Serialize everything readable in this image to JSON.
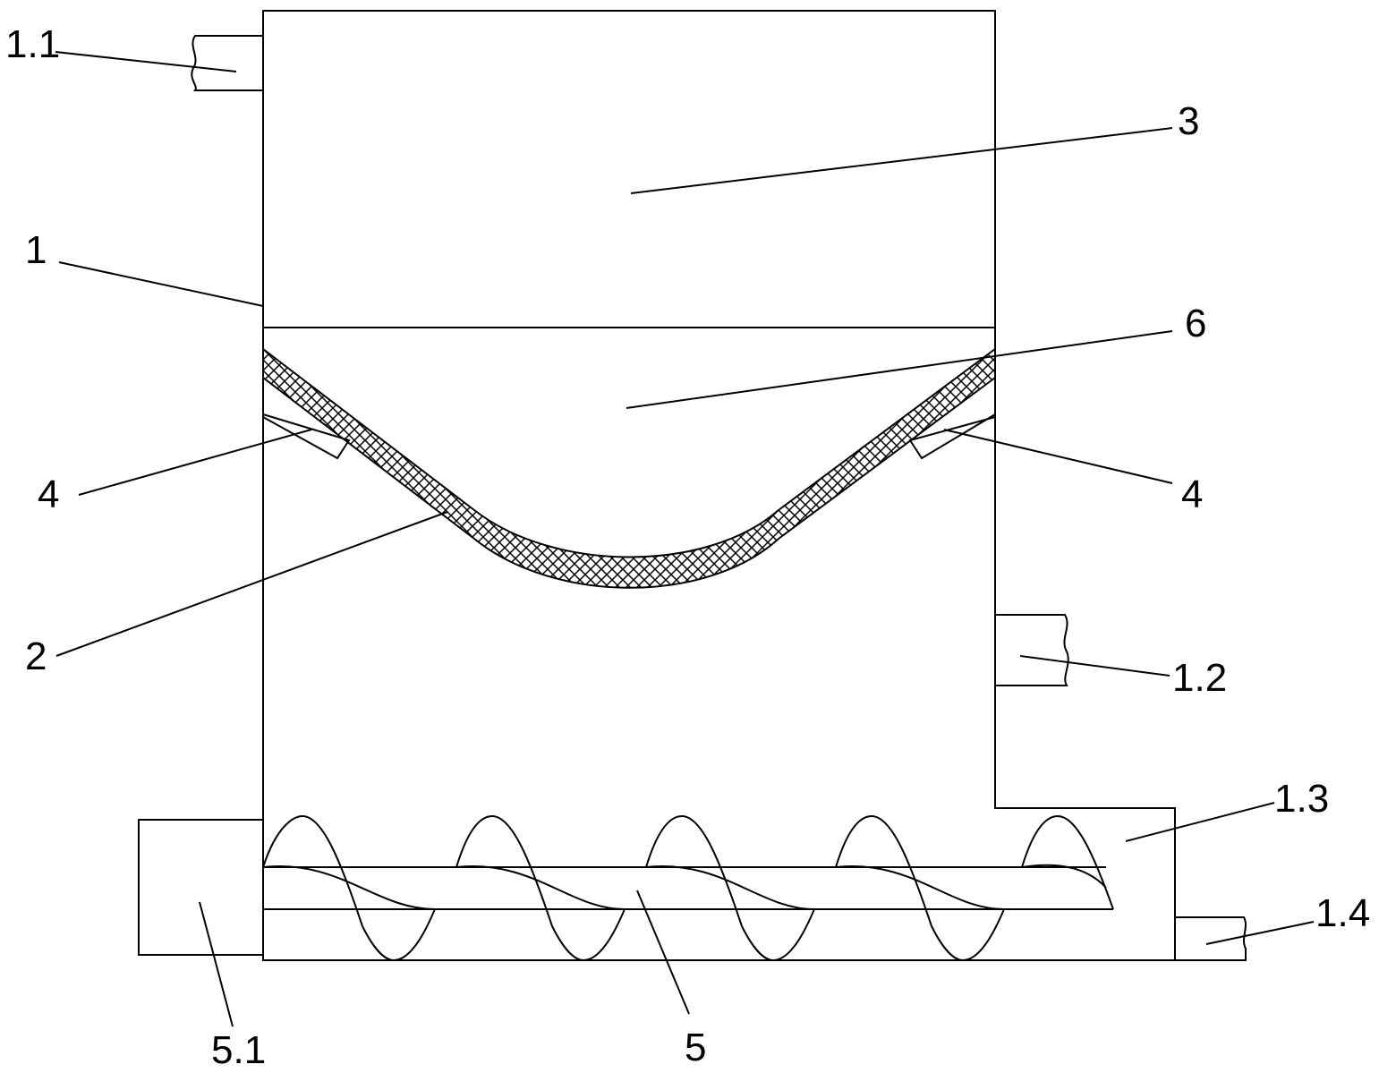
{
  "labels": {
    "l_1_1": "1.1",
    "l_3": "3",
    "l_1": "1",
    "l_6": "6",
    "l_4_left": "4",
    "l_4_right": "4",
    "l_2": "2",
    "l_1_2": "1.2",
    "l_1_3": "1.3",
    "l_1_4": "1.4",
    "l_5_1": "5.1",
    "l_5": "5"
  },
  "colors": {
    "line": "#000000",
    "background": "#ffffff"
  }
}
